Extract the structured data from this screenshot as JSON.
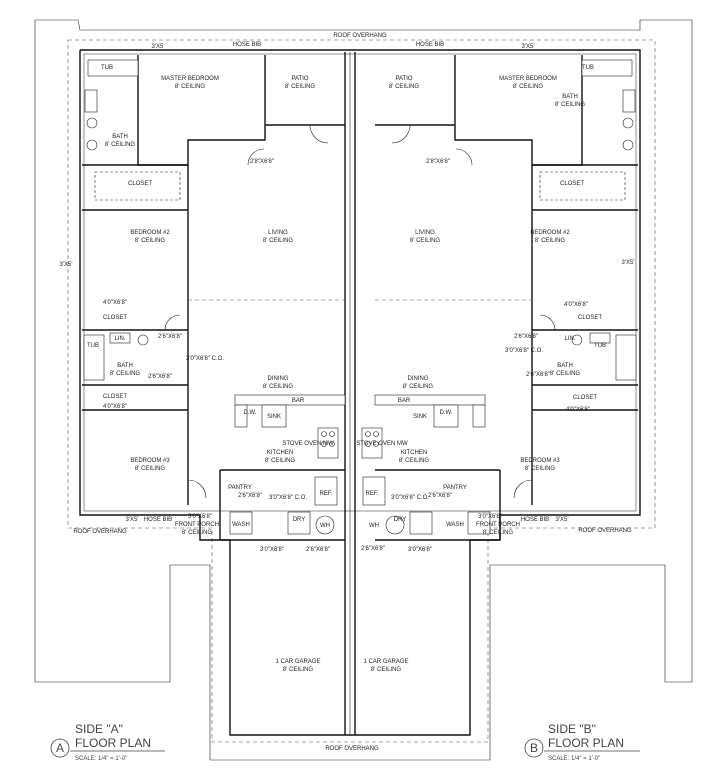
{
  "labels": {
    "roof_overhang_top": "ROOF OVERHANG",
    "roof_overhang_left": "ROOF OVERHANG",
    "roof_overhang_right": "ROOF OVERHANG",
    "roof_overhang_bottom": "ROOF OVERHANG",
    "hose_bib": "HOSE BIB",
    "win_3x5": "3'X5'",
    "master_bedroom": "MASTER BEDROOM",
    "ceiling": "8' CEILING",
    "patio": "PATIO",
    "bath": "BATH",
    "tub": "TUB",
    "closet": "CLOSET",
    "living": "LIVING",
    "bedroom2": "BEDROOM #2",
    "bedroom3": "BEDROOM #3",
    "dining": "DINING",
    "bar": "BAR",
    "kitchen": "KITCHEN",
    "stove_oven_mw": "STOVE OVEN MW",
    "dw": "D.W.",
    "sink": "SINK",
    "lin": "LIN.",
    "pantry": "PANTRY",
    "ref": "REF.",
    "wash": "WASH",
    "dry": "DRY",
    "wh": "WH",
    "front_porch": "FRONT PORCH",
    "garage": "1 CAR GARAGE",
    "door_268": "2'6\"X6'8\"",
    "door_288": "2'8\"X6'8\"",
    "door_308": "3'0\"X6'8\"",
    "door_408": "4'0\"X6'8\"",
    "door_308co": "3'0\"X6'8\" C.O."
  },
  "titles": {
    "side_a": "SIDE \"A\"",
    "side_b": "SIDE \"B\"",
    "floor_plan": "FLOOR PLAN",
    "scale": "SCALE: 1/4\" = 1'-0\"",
    "bubble_a": "A",
    "bubble_b": "B"
  }
}
